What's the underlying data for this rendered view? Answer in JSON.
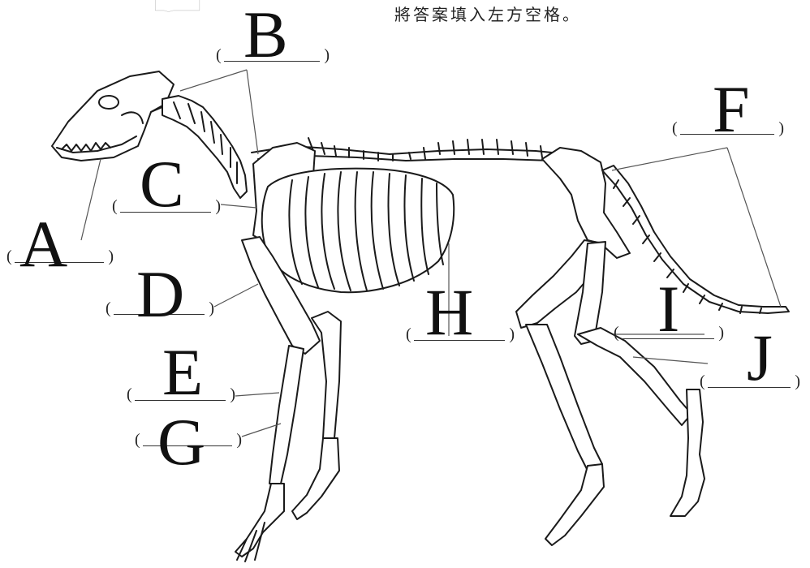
{
  "instruction": "將答案填入左方空格。",
  "labels": {
    "A": "A",
    "B": "B",
    "C": "C",
    "D": "D",
    "E": "E",
    "F": "F",
    "G": "G",
    "H": "H",
    "I": "I",
    "J": "J"
  },
  "paren_open": "(",
  "paren_close": ")"
}
